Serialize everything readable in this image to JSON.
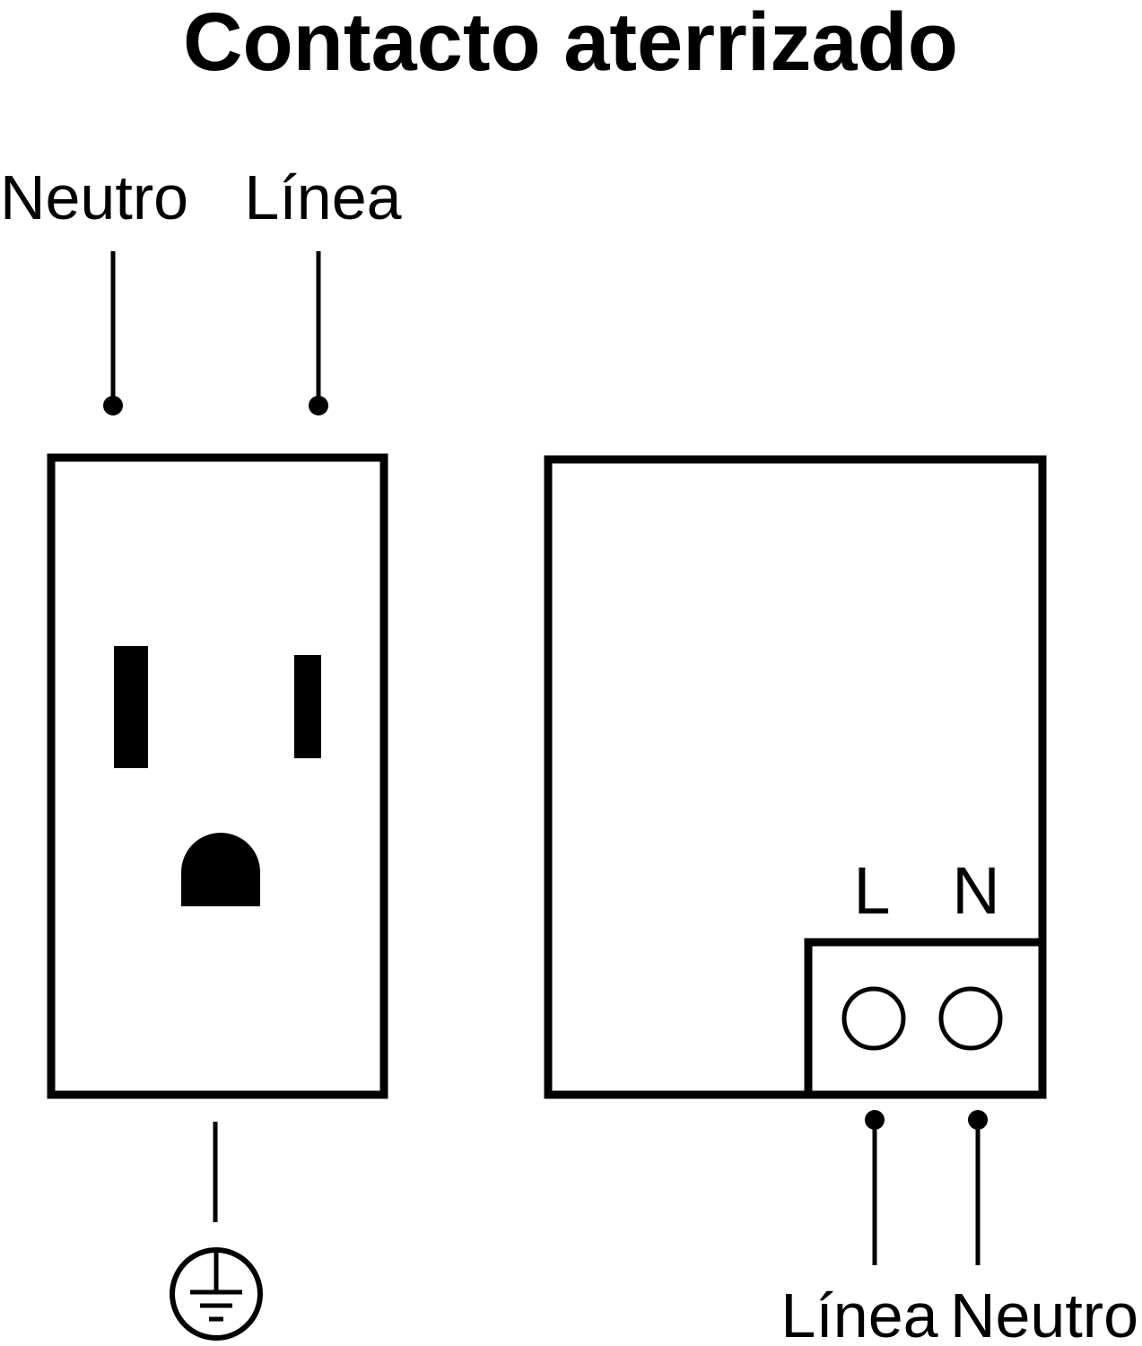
{
  "title": "Contacto aterrizado",
  "outlet": {
    "top_labels": {
      "neutral": "Neutro",
      "line": "Línea"
    }
  },
  "device": {
    "terminal_labels": {
      "line": "L",
      "neutral": "N"
    },
    "bottom_labels": {
      "line": "Línea",
      "neutral": "Neutro"
    }
  },
  "colors": {
    "ink": "#000000",
    "background": "#ffffff"
  }
}
